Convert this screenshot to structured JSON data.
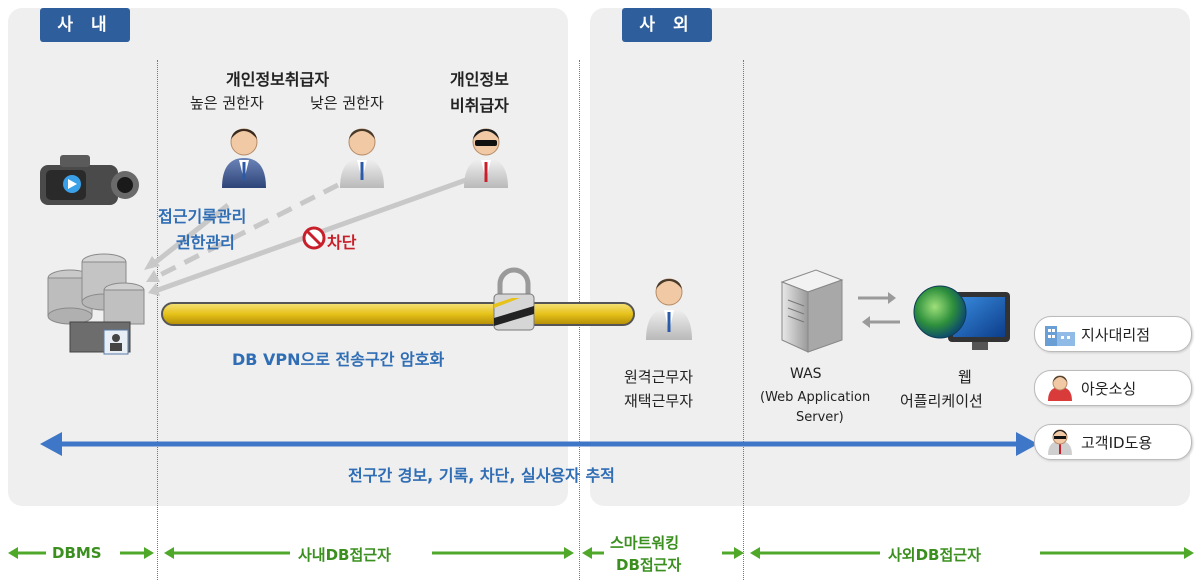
{
  "zones": {
    "internal": "사 내",
    "external": "사 외"
  },
  "handlers": {
    "title": "개인정보취급자",
    "high": "높은 권한자",
    "low": "낮은 권한자",
    "non_title_1": "개인정보",
    "non_title_2": "비취급자"
  },
  "controls": {
    "access_log": "접근기록관리",
    "permission": "권한관리",
    "block": "차단"
  },
  "vpn_label": "DB VPN으로 전송구간 암호화",
  "remote_worker": {
    "line1": "원격근무자",
    "line2": "재택근무자"
  },
  "was": {
    "line1": "WAS",
    "line2": "(Web Application",
    "line3": "Server)"
  },
  "web_app": {
    "line1": "웹",
    "line2": "어플리케이션"
  },
  "pills": {
    "branch": "지사대리점",
    "outsourcing": "아웃소싱",
    "customer_id": "고객ID도용"
  },
  "summary": "전구간 경보, 기록, 차단, 실사용자 추적",
  "bottom": {
    "dbms": "DBMS",
    "internal_access": "사내DB접근자",
    "smart_line1": "스마트워킹",
    "smart_line2": "DB접근자",
    "external_access": "사외DB접근자"
  },
  "colors": {
    "zone_tag": "#2e5e9c",
    "highlight_blue": "#2f6db5",
    "block_red": "#c8202a",
    "bottom_green": "#3a8f1e"
  }
}
